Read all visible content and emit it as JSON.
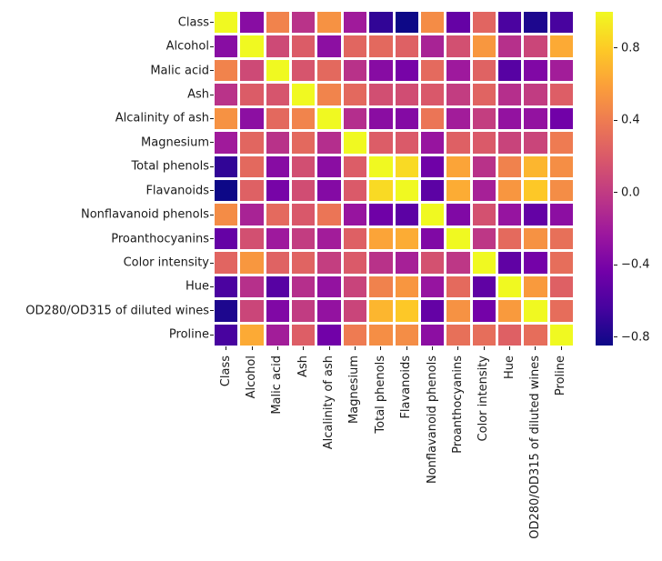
{
  "figure": {
    "background": "#ffffff",
    "tick_color": "#1a1a1a",
    "label_color": "#1a1a1a"
  },
  "chart_data": {
    "type": "heatmap",
    "title": "",
    "xlabel": "",
    "ylabel": "",
    "grid": false,
    "legend_position": "colorbar-right",
    "colormap": "plasma",
    "vmin": -0.847,
    "vmax": 1.0,
    "plasma_anchors": [
      "#0d0887",
      "#46039f",
      "#7201a8",
      "#9c179e",
      "#bd3786",
      "#d8576b",
      "#ed7953",
      "#fb9f3a",
      "#fdca26",
      "#f0f921"
    ],
    "colorbar_ticks": [
      {
        "value": 0.8,
        "label": "0.8"
      },
      {
        "value": 0.4,
        "label": "0.4"
      },
      {
        "value": 0.0,
        "label": "0.0"
      },
      {
        "value": -0.4,
        "label": "−0.4"
      },
      {
        "value": -0.8,
        "label": "−0.8"
      }
    ],
    "labels": [
      "Class",
      "Alcohol",
      "Malic acid",
      "Ash",
      "Alcalinity of ash",
      "Magnesium",
      "Total phenols",
      "Flavanoids",
      "Nonflavanoid phenols",
      "Proanthocyanins",
      "Color intensity",
      "Hue",
      "OD280/OD315 of diluted wines",
      "Proline"
    ],
    "matrix": [
      [
        1.0,
        -0.328,
        0.438,
        -0.05,
        0.518,
        -0.209,
        -0.719,
        -0.847,
        0.489,
        -0.499,
        0.266,
        -0.617,
        -0.788,
        -0.634
      ],
      [
        -0.328,
        1.0,
        0.094,
        0.212,
        -0.31,
        0.271,
        0.289,
        0.237,
        -0.156,
        0.137,
        0.546,
        -0.072,
        0.072,
        0.644
      ],
      [
        0.438,
        0.094,
        1.0,
        0.164,
        0.289,
        -0.055,
        -0.335,
        -0.411,
        0.293,
        -0.221,
        0.249,
        -0.561,
        -0.369,
        -0.192
      ],
      [
        -0.05,
        0.212,
        0.164,
        1.0,
        0.443,
        0.287,
        0.129,
        0.115,
        0.186,
        0.01,
        0.259,
        -0.075,
        0.004,
        0.224
      ],
      [
        0.518,
        -0.31,
        0.289,
        0.443,
        1.0,
        -0.083,
        -0.321,
        -0.351,
        0.362,
        -0.197,
        0.019,
        -0.274,
        -0.277,
        -0.441
      ],
      [
        -0.209,
        0.271,
        -0.055,
        0.287,
        -0.083,
        1.0,
        0.214,
        0.196,
        -0.256,
        0.236,
        0.2,
        0.055,
        0.066,
        0.393
      ],
      [
        -0.719,
        0.289,
        -0.335,
        0.129,
        -0.321,
        0.214,
        1.0,
        0.865,
        -0.45,
        0.612,
        -0.055,
        0.434,
        0.7,
        0.498
      ],
      [
        -0.847,
        0.237,
        -0.411,
        0.115,
        -0.351,
        0.196,
        0.865,
        1.0,
        -0.538,
        0.653,
        -0.172,
        0.543,
        0.787,
        0.494
      ],
      [
        0.489,
        -0.156,
        0.293,
        0.186,
        0.362,
        -0.256,
        -0.45,
        -0.538,
        1.0,
        -0.366,
        0.139,
        -0.263,
        -0.503,
        -0.311
      ],
      [
        -0.499,
        0.137,
        -0.221,
        0.01,
        -0.197,
        0.236,
        0.612,
        0.653,
        -0.366,
        1.0,
        -0.025,
        0.296,
        0.519,
        0.33
      ],
      [
        0.266,
        0.546,
        0.249,
        0.259,
        0.019,
        0.2,
        -0.055,
        -0.172,
        0.139,
        -0.025,
        1.0,
        -0.522,
        -0.429,
        0.316
      ],
      [
        -0.617,
        -0.072,
        -0.561,
        -0.075,
        -0.274,
        0.055,
        0.434,
        0.543,
        -0.263,
        0.296,
        -0.522,
        1.0,
        0.565,
        0.236
      ],
      [
        -0.788,
        0.072,
        -0.369,
        0.004,
        -0.277,
        0.066,
        0.7,
        0.787,
        -0.503,
        0.519,
        -0.429,
        0.565,
        1.0,
        0.313
      ],
      [
        -0.634,
        0.644,
        -0.192,
        0.224,
        -0.441,
        0.393,
        0.498,
        0.494,
        -0.311,
        0.33,
        0.316,
        0.236,
        0.313,
        1.0
      ]
    ]
  }
}
